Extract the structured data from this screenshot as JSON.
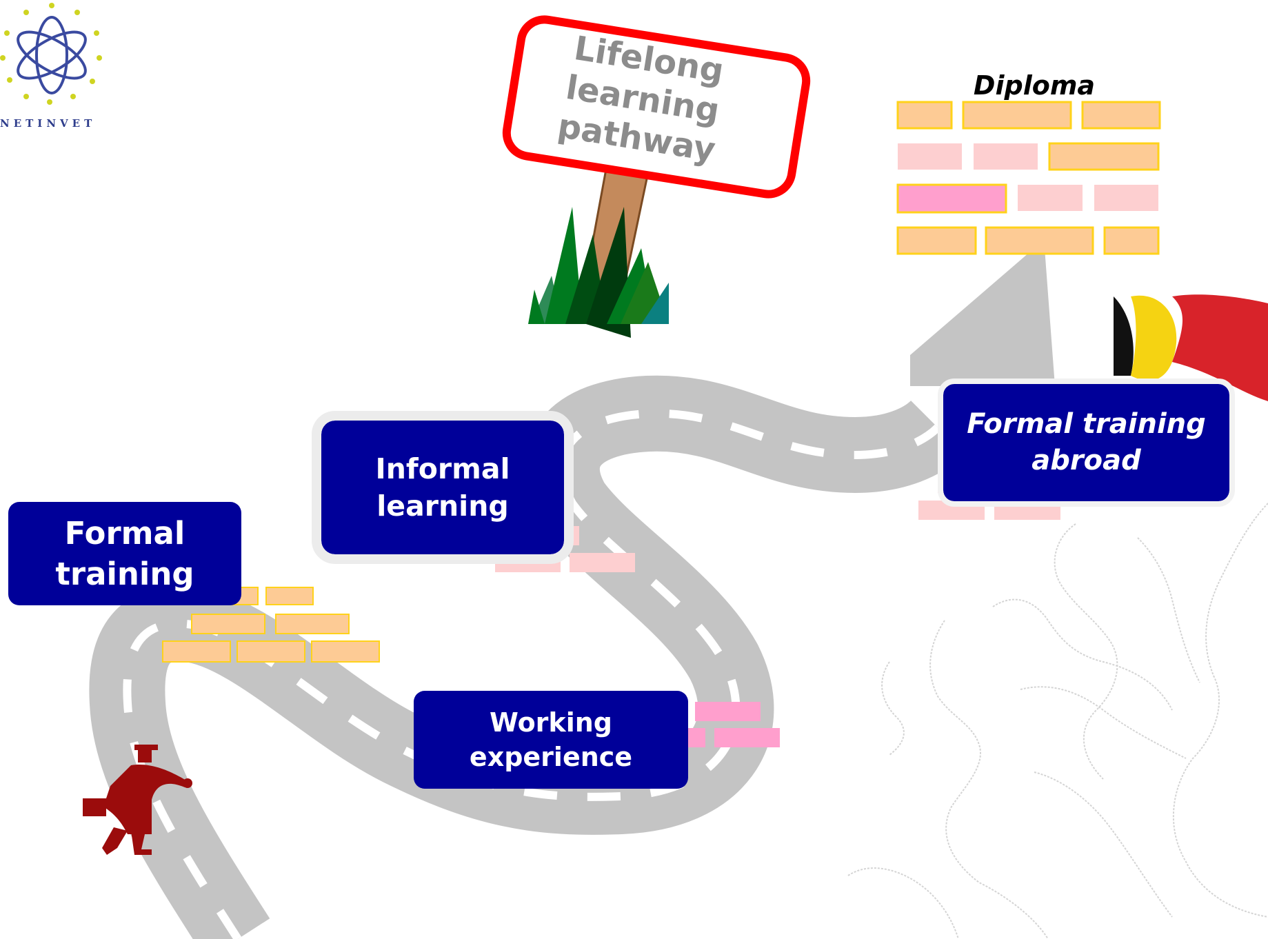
{
  "logo": {
    "text": "NETINVET"
  },
  "sign": {
    "text": "Lifelong\nlearning\npathway"
  },
  "diploma": {
    "label": "Diploma"
  },
  "stages": {
    "formal_training": "Formal\ntraining",
    "informal_learning": "Informal\nlearning",
    "working_experience": "Working\nexperience",
    "formal_training_abroad": "Formal training\nabroad"
  },
  "colors": {
    "stage_box": "#000099",
    "road": "#c4c4c4",
    "road_marking": "#ffffff",
    "sign_border": "#ff0000",
    "brick_orange": "#fdcb95",
    "brick_pink": "#fdcfd0",
    "brick_magenta": "#ff9fcd",
    "brick_outline": "#ffd21a",
    "traveller": "#9b0c0c"
  },
  "icons": [
    "netinvet-logo-icon",
    "signpost-icon",
    "grass-icon",
    "traveller-icon",
    "flag-icon",
    "europe-map-icon"
  ]
}
